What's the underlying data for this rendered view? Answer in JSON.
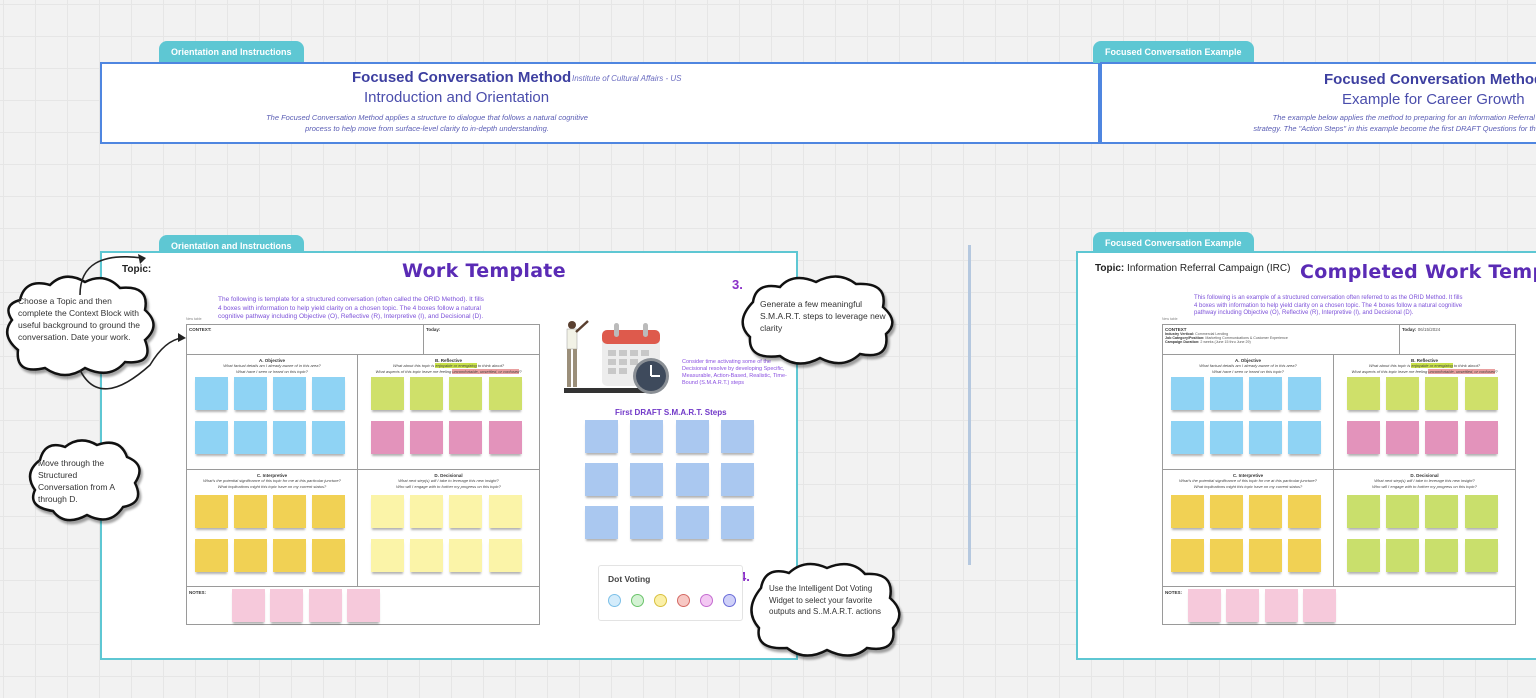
{
  "canvas": {
    "background": "#f2f2f2",
    "accent_teal": "#5ec7d3",
    "header_border": "#4f86e0",
    "title_purple": "#5a2bb5"
  },
  "left_header": {
    "tab_label": "Orientation and Instructions",
    "title": "Focused Conversation Method",
    "org": "Institute of Cultural Affairs - US",
    "subtitle": "Introduction and Orientation",
    "description_line1": "The Focused Conversation Method applies a structure to dialogue that follows a natural cognitive",
    "description_line2": "process to help move from surface-level clarity to in-depth understanding."
  },
  "right_header": {
    "tab_label": "Focused Conversation Example",
    "title": "Focused Conversation Method",
    "subtitle": "Example for Career Growth",
    "description_line1": "The example below applies the method to preparing for an Information Referral Inter",
    "description_line2": "strategy. The \"Action Steps\" in this example become the first DRAFT Questions for the act"
  },
  "work_template": {
    "tab_label": "Orientation and Instructions",
    "topic_label": "Topic:",
    "topic_value": "",
    "title": "Work Template",
    "intro": "The following is template for a structured conversation (often called the ORID Method). It fills 4 boxes with information to help yield clarity on a chosen topic. The 4 boxes follow a natural cognitive pathway including Objective (O), Reflective (R), Interpretive (I), and Decisional (D).",
    "new_table_label": "New table",
    "context_label": "CONTEXT:",
    "today_label": "Today:",
    "quadrants": {
      "a": {
        "title": "A. Objective",
        "prompt1": "What factual details am I already aware of in this area?",
        "prompt2": "What have I seen or heard on this topic?"
      },
      "b": {
        "title": "B. Reflective",
        "prompt1_pre": "What about this topic is ",
        "prompt1_hl": "enjoyable or energizing",
        "prompt1_post": " to think about?",
        "prompt2_pre": "What aspects of this topic leave me feeling ",
        "prompt2_hl": "uncomfortable, unsettled, or confused",
        "prompt2_post": "?"
      },
      "c": {
        "title": "C. Interpretive",
        "prompt1": "What's the potential significance of this topic for me at this particular juncture?",
        "prompt2": "What implications might this topic have on my current status?"
      },
      "d": {
        "title": "D. Decisional",
        "prompt1": "What next step(s) will I take to leverage this new insight?",
        "prompt2": "Who will I engage with to further my progress on this topic?"
      }
    },
    "notes_label": "NOTES:",
    "smart_hint": "Consider time activating some of the Decisional resolve by developing Specific, Measurable, Action-Based, Realistic, Time-Bound (S.M.A.R.T.) steps",
    "smart_title": "First DRAFT S.M.A.R.T. Steps",
    "step3_num": "3.",
    "step4_num": "4.",
    "dot_voting": {
      "title": "Dot Voting",
      "dots": [
        {
          "fill": "#d4ecfb",
          "stroke": "#7cc0e8"
        },
        {
          "fill": "#d4f2d4",
          "stroke": "#6cc46c"
        },
        {
          "fill": "#fbf0a8",
          "stroke": "#d8c040"
        },
        {
          "fill": "#f7c8c4",
          "stroke": "#d46a64"
        },
        {
          "fill": "#f3c8f3",
          "stroke": "#c46cd0"
        },
        {
          "fill": "#cfd0f8",
          "stroke": "#6a6cd8"
        }
      ]
    }
  },
  "clouds": {
    "c1": "Choose a Topic and then complete the Context Block with useful background to ground the conversation. Date your work.",
    "c2": "Move through the Structured Conversation from A through D.",
    "c3": "Generate a few meaningful S.M.A.R.T. steps to leverage new clarity",
    "c4": "Use the Intelligent Dot Voting Widget to select your favorite outputs and S..M.A.R.T. actions"
  },
  "completed_template": {
    "tab_label": "Focused Conversation Example",
    "topic_label": "Topic:",
    "topic_value": "Information Referral Campaign (IRC)",
    "title": "Completed Work Temp",
    "intro": "This following is an example of a structured conversation often referred to as the ORID Method. It fills 4 boxes with information to help yield clarity on a chosen topic. The 4 boxes follow a natural cognitive pathway including Objective (O), Reflective (R), Interpretive (I), and Decisional (D).",
    "new_table_label": "New table",
    "context_label": "CONTEXT",
    "industry_label": "Industry Vertical:",
    "industry_value": "Commercial Lending",
    "job_label": "Job Category/Position:",
    "job_value": "Marketing Communications & Customer Experience",
    "duration_label": "Campaign Duration:",
    "duration_value": "2 weeks (June 15 thru June 29)",
    "today_label": "Today:",
    "today_value": "06/15/2024",
    "quadrants": {
      "a": {
        "title": "A. Objective",
        "prompt1": "What factual details am I already aware of in this area?",
        "prompt2": "What have I seen or heard on this topic?"
      },
      "b": {
        "title": "B. Reflective",
        "prompt1_pre": "What about this topic is ",
        "prompt1_hl": "enjoyable or energizing",
        "prompt1_post": " to think about?",
        "prompt2_pre": "What aspects of this topic leave me feeling ",
        "prompt2_hl": "uncomfortable, unsettled, or confused",
        "prompt2_post": "?"
      },
      "c": {
        "title": "C. Interpretive",
        "prompt1": "What's the potential significance of this topic for me at this particular juncture?",
        "prompt2": "What implications might this topic have on my current status?"
      },
      "d": {
        "title": "D. Decisional",
        "prompt1": "What next step(s) will I take to leverage this new insight?",
        "prompt2": "Who will I engage with to further my progress on this topic?"
      }
    },
    "notes_label": "NOTES:"
  }
}
